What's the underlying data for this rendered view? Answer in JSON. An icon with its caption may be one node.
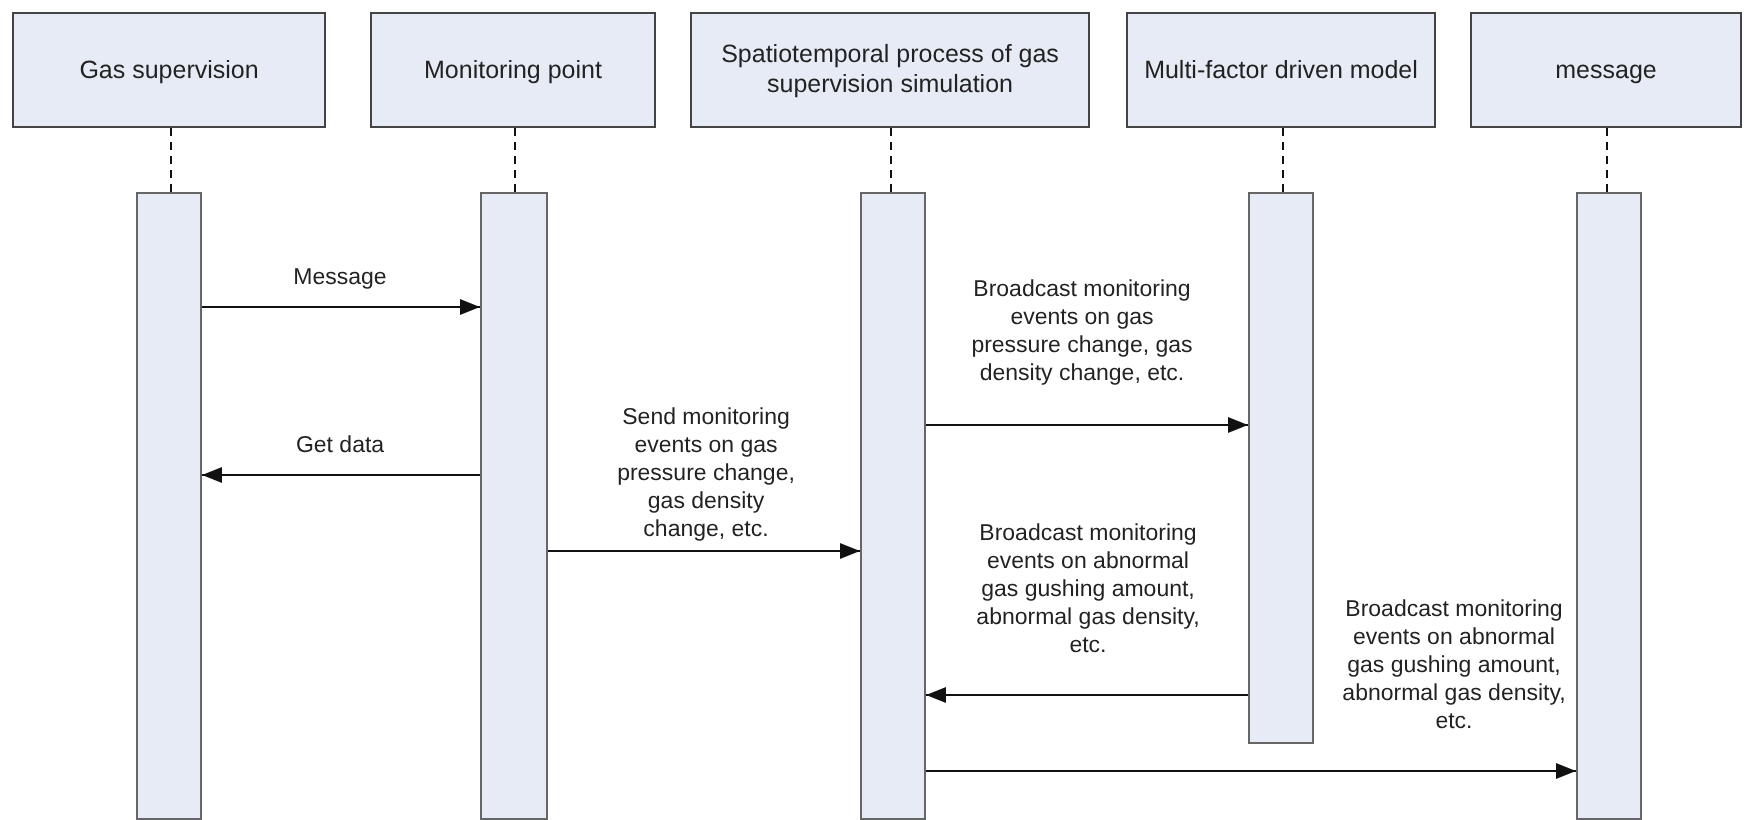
{
  "diagram": {
    "nodes": [
      {
        "text": [
          "Gas supervision"
        ]
      },
      {
        "text": [
          "Monitoring point"
        ]
      },
      {
        "text": [
          "Spatiotemporal process of gas supervision simulation"
        ]
      },
      {
        "text": [
          "Multi-factor driven model"
        ]
      },
      {
        "text": [
          "message"
        ]
      },
      {
        "text": [],
        "shape": "bar"
      },
      {
        "text": [],
        "shape": "bar"
      },
      {
        "text": [],
        "shape": "bar"
      },
      {
        "text": [],
        "shape": "bar"
      },
      {
        "text": [],
        "shape": "bar"
      }
    ],
    "edges": [
      {
        "from": 0,
        "to": 5,
        "arrow": "none",
        "style": "dashed"
      },
      {
        "from": 1,
        "to": 6,
        "arrow": "none",
        "style": "dashed"
      },
      {
        "from": 2,
        "to": 7,
        "arrow": "none",
        "style": "dashed"
      },
      {
        "from": 3,
        "to": 8,
        "arrow": "none",
        "style": "dashed"
      },
      {
        "from": 4,
        "to": 9,
        "arrow": "none",
        "style": "dashed"
      },
      {
        "from": 5,
        "to": 6,
        "arrow": "to",
        "label": "Message"
      },
      {
        "from": 7,
        "to": 8,
        "arrow": "to",
        "label": "Broadcast monitoring events on gas pressure change, gas density change, etc."
      },
      {
        "from": 6,
        "to": 5,
        "arrow": "to",
        "label": "Get data"
      },
      {
        "from": 6,
        "to": 7,
        "arrow": "to",
        "label": "Send monitoring events on gas pressure change, gas density change, etc."
      },
      {
        "from": 8,
        "to": 7,
        "arrow": "to",
        "label": "Broadcast monitoring events on abnormal gas gushing amount, abnormal gas density, etc."
      },
      {
        "from": 7,
        "to": 9,
        "arrow": "to",
        "label": "Broadcast monitoring events on abnormal gas gushing amount, abnormal gas density, etc."
      }
    ]
  }
}
